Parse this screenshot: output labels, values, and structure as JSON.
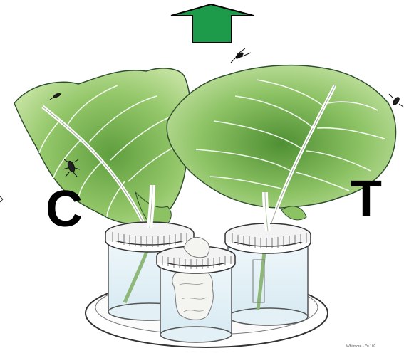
{
  "labels": {
    "control": "C",
    "treatment": "T"
  },
  "signature": "Whitmore • Yu 102",
  "colors": {
    "arrow": "#1e9b4a",
    "leaf_light": "#c8e6a0",
    "leaf_dark": "#6aa84f",
    "vein": "#ffffff",
    "outline": "#333333"
  },
  "icons": {
    "arrow": "up-arrow",
    "insects": [
      "flying-insect",
      "beetle",
      "aphid",
      "fly"
    ]
  }
}
